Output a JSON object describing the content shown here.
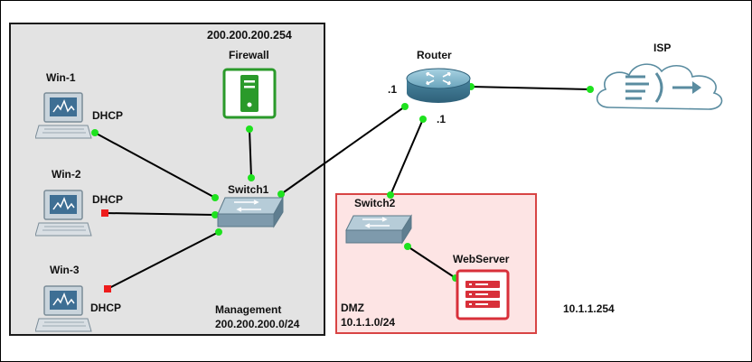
{
  "zones": {
    "management": {
      "name": "Management",
      "subnet": "200.200.200.0/24",
      "gateway": "200.200.200.254"
    },
    "dmz": {
      "name": "DMZ",
      "subnet": "10.1.1.0/24"
    }
  },
  "nodes": {
    "firewall": "Firewall",
    "router": "Router",
    "isp": "ISP",
    "switch1": "Switch1",
    "switch2": "Switch2",
    "webserver": "WebServer",
    "win1": "Win-1",
    "win2": "Win-2",
    "win3": "Win-3"
  },
  "hosts": {
    "win1_mode": "DHCP",
    "win2_mode": "DHCP",
    "win3_mode": "DHCP"
  },
  "interfaces": {
    "router_left": ".1",
    "router_down": ".1"
  },
  "address_note": "10.1.1.254",
  "links": [
    {
      "from": "Win-1",
      "to": "Switch1",
      "status": "up"
    },
    {
      "from": "Win-2",
      "to": "Switch1",
      "status": "down"
    },
    {
      "from": "Win-3",
      "to": "Switch1",
      "status": "down"
    },
    {
      "from": "Firewall",
      "to": "Switch1",
      "status": "up"
    },
    {
      "from": "Switch1",
      "to": "Router",
      "status": "up"
    },
    {
      "from": "Router",
      "to": "Switch2",
      "status": "up"
    },
    {
      "from": "Router",
      "to": "ISP",
      "status": "up"
    },
    {
      "from": "Switch2",
      "to": "WebServer",
      "status": "up"
    }
  ],
  "colors": {
    "link_up": "#1ee21e",
    "link_down": "#ee1c1c",
    "firewall": "#2a9a2a",
    "webserver": "#d8303a",
    "management_bg": "#e3e3e3",
    "dmz_bg": "#fde4e4",
    "dmz_border": "#d84444"
  }
}
